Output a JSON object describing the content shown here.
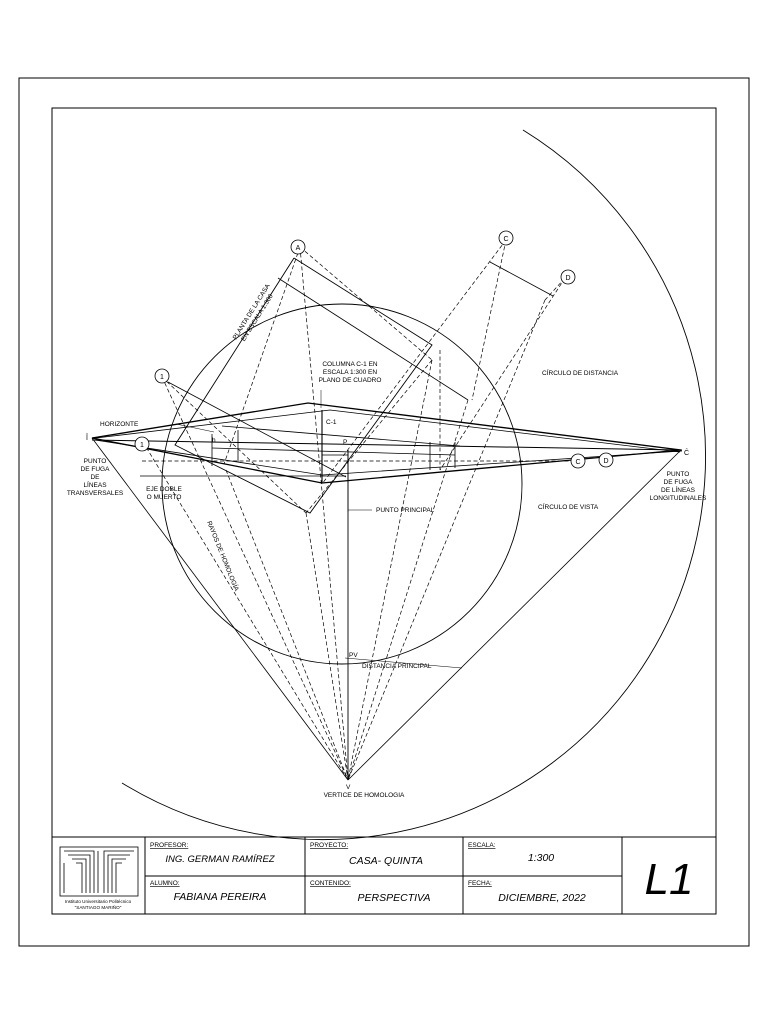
{
  "drawing": {
    "labels": {
      "planta": [
        "PLANTA DE LA CASA",
        "EN ESCALA 1:300"
      ],
      "columna": [
        "COLUMNA C-1 EN",
        "ESCALA 1:300 EN",
        "PLANO DE CUADRO"
      ],
      "circulo_distancia": "CÍRCULO DE DISTANCIA",
      "horizonte": "HORIZONTE",
      "c1": "C-1",
      "p_mark": "P",
      "h_mark": "h",
      "i_mark": "Î",
      "c_mark": "Ĉ",
      "pf_transversales": [
        "PUNTO",
        "DE FUGA",
        "DE",
        "LÍNEAS",
        "TRANSVERSALES"
      ],
      "eje_doble": [
        "EJE DOBLE",
        "O MUERTO"
      ],
      "punto_principal": "PUNTO PRINCIPAL",
      "circulo_vista": "CÍRCULO DE VISTA",
      "pf_longitudinales": [
        "PUNTO",
        "DE FUGA",
        "DE LÍNEAS",
        "LONGITUDINALES"
      ],
      "rayos": "RAYOS DE HOMOLOGÍA",
      "pv": "PV",
      "distancia_principal": "DISTANCIA PRINCIPAL",
      "v_mark": "V",
      "vertice": "VERTICE DE HOMOLOGIA"
    },
    "markers": {
      "a": "A",
      "c_top": "C",
      "d_top": "D",
      "one_top": "1",
      "one_left": "1",
      "c_right": "C",
      "d_right": "D"
    }
  },
  "title_block": {
    "logo_caption": [
      "Instituto Universitario Politécnico",
      "\"SANTIAGO MARIÑO\""
    ],
    "profesor": {
      "label": "PROFESOR:",
      "value": "ING. GERMAN RAMÍREZ"
    },
    "proyecto": {
      "label": "PROYECTO:",
      "value": "CASA- QUINTA"
    },
    "escala": {
      "label": "ESCALA:",
      "value": "1:300"
    },
    "alumno": {
      "label": "ALUMNO:",
      "value": "FABIANA PEREIRA"
    },
    "contenido": {
      "label": "CONTENIDO:",
      "value": "PERSPECTIVA"
    },
    "fecha": {
      "label": "FECHA:",
      "value": "DICIEMBRE, 2022"
    },
    "sheet_code": "L1"
  }
}
